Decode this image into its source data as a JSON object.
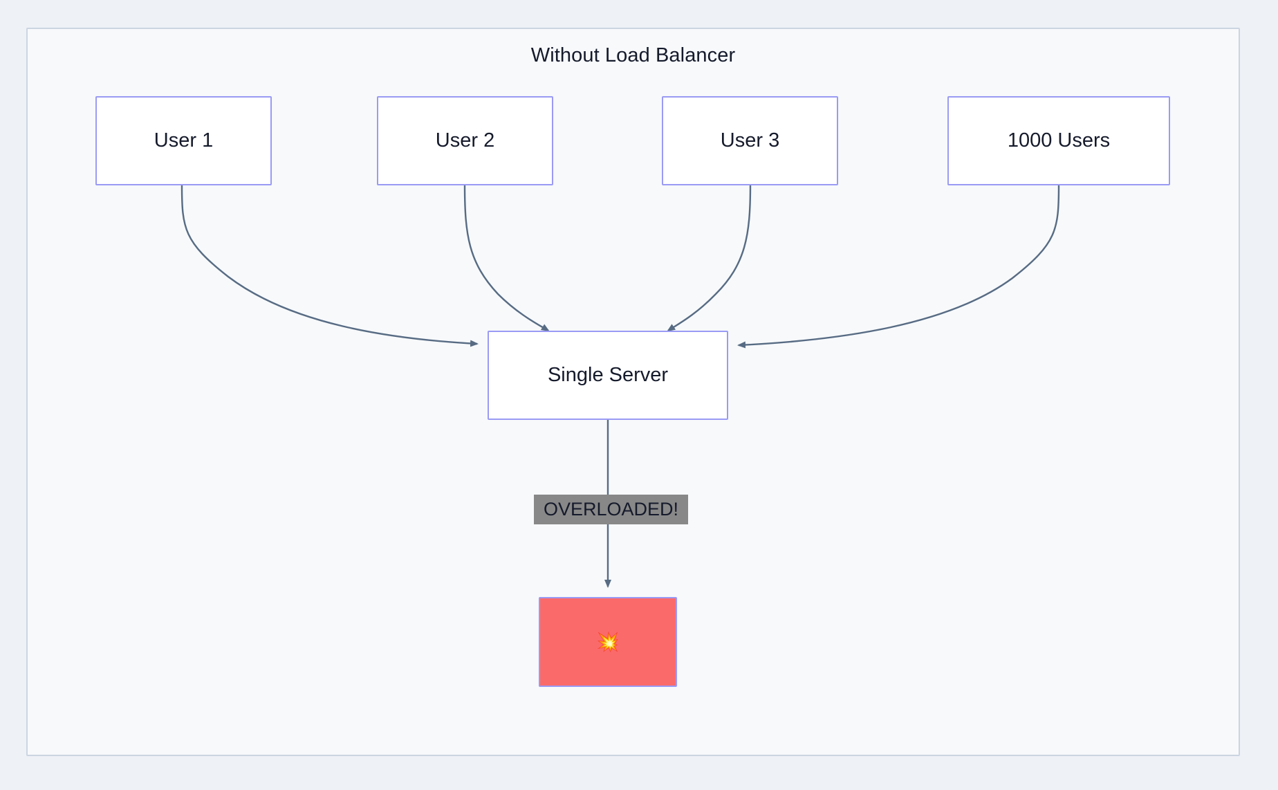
{
  "diagram": {
    "title": "Without Load Balancer",
    "type": "flowchart",
    "nodes": [
      {
        "id": "user1",
        "label": "User 1"
      },
      {
        "id": "user2",
        "label": "User 2"
      },
      {
        "id": "user3",
        "label": "User 3"
      },
      {
        "id": "users1000",
        "label": "1000 Users"
      },
      {
        "id": "server",
        "label": "Single Server"
      },
      {
        "id": "crash",
        "label": "💥"
      }
    ],
    "edges": [
      {
        "from": "user1",
        "to": "server",
        "label": ""
      },
      {
        "from": "user2",
        "to": "server",
        "label": ""
      },
      {
        "from": "user3",
        "to": "server",
        "label": ""
      },
      {
        "from": "users1000",
        "to": "server",
        "label": ""
      },
      {
        "from": "server",
        "to": "crash",
        "label": "OVERLOADED!"
      }
    ],
    "edge_label": "OVERLOADED!",
    "colors": {
      "page_background": "#eef1f6",
      "container_background": "#f7f9fb",
      "container_border": "#cbd5e1",
      "node_border": "#9a9af5",
      "node_background": "#ffffff",
      "node_text": "#151a2b",
      "edge_stroke": "#576b83",
      "edge_label_background": "#888888",
      "crash_node_background": "#fb6a6a"
    }
  }
}
